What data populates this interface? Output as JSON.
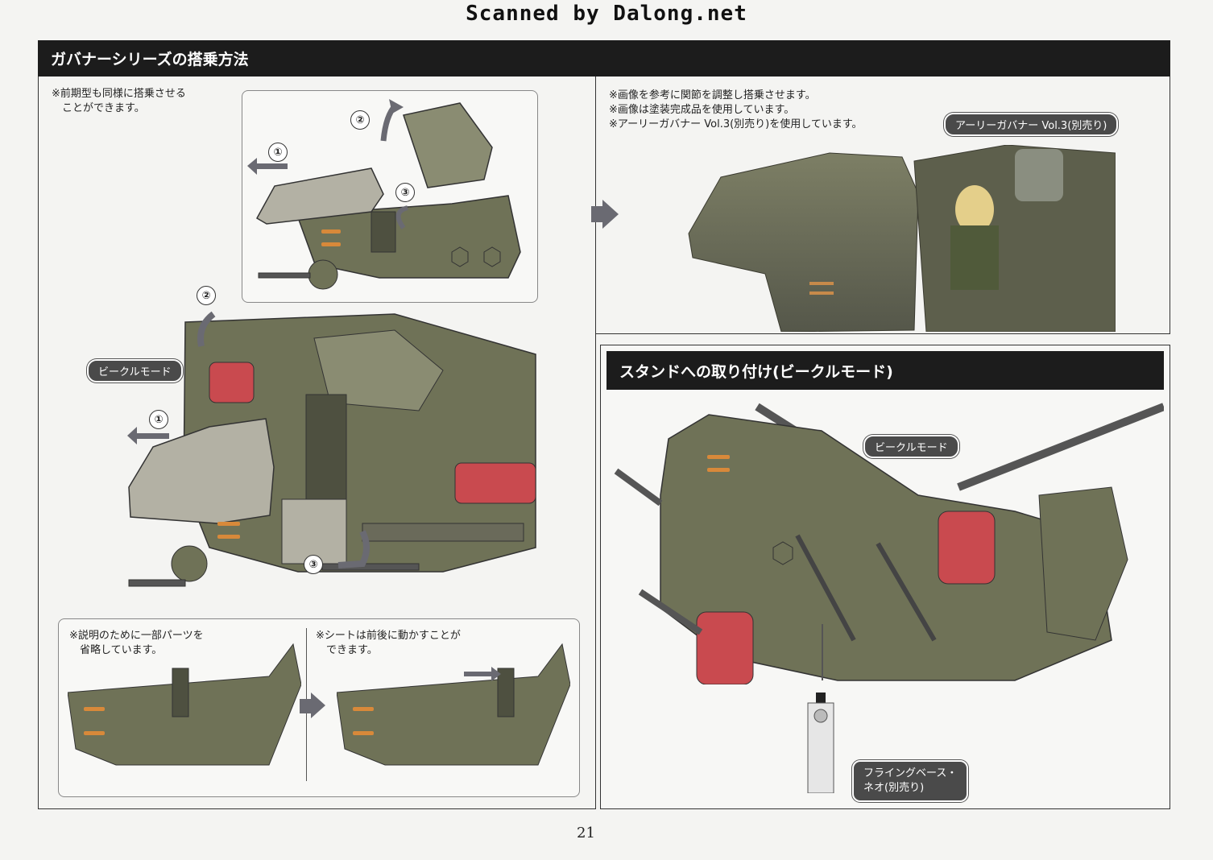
{
  "watermark": "Scanned by Dalong.net",
  "section1": {
    "title": "ガバナーシリーズの搭乗方法",
    "note_topleft": "※前期型も同様に搭乗させる\n　ことができます。",
    "notes_right": "※画像を参考に関節を調整し搭乗させます。\n※画像は塗装完成品を使用しています。\n※アーリーガバナー Vol.3(別売り)を使用しています。",
    "label_governor": "アーリーガバナー Vol.3(別売り)",
    "label_vehicle": "ビークルモード",
    "note_bottom_left": "※説明のために一部パーツを\n　省略しています。",
    "note_bottom_right": "※シートは前後に動かすことが\n　できます。",
    "steps": [
      "①",
      "②",
      "③"
    ]
  },
  "section2": {
    "title": "スタンドへの取り付け(ビークルモード)",
    "label_vehicle": "ビークルモード",
    "label_base": "フライングベース・\nネオ(別売り)"
  },
  "page_number": "21",
  "colors": {
    "olive": "#6f7257",
    "olive_dark": "#4e5040",
    "canopy": "#b3b1a4",
    "rocket_red": "#c94a4f",
    "header_bg": "#1c1c1c"
  }
}
